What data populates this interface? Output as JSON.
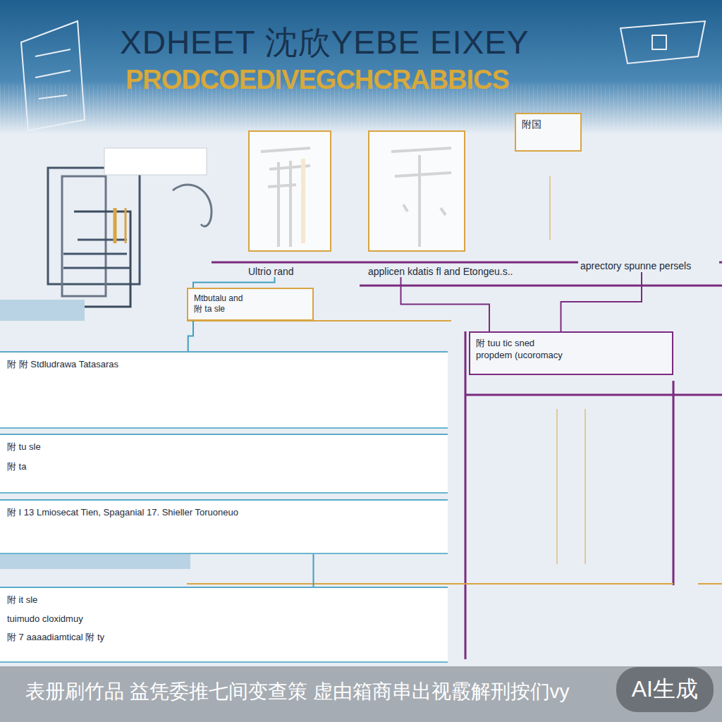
{
  "diagram": {
    "title": "XDHEET 沈欣YEBE EIXEY",
    "caption": "表册刷竹品 益凭委推七间变查策 虚由箱商串出视霰解刑按们vy",
    "nodes": [
      {
        "text": [
          "Ultrio rand"
        ]
      },
      {
        "text": [
          "applicen kdatis fl and Etongeu.s.."
        ]
      },
      {
        "text": [
          "附国"
        ]
      },
      {
        "text": [
          "aprectory spunne persels"
        ]
      },
      {
        "text": [
          "Mtbutalu and",
          "附 ta sle"
        ]
      },
      {
        "text": [
          "附 附 Stdludrawa Tatasaras"
        ]
      },
      {
        "text": [
          "附 tu sle",
          "附 ta"
        ]
      },
      {
        "text": [
          "附 I 13 Lmiosecat Tien, Spaganial 17. Shieller Toruoneuo"
        ]
      },
      {
        "text": [
          "附 it sle",
          "tuimudo cloxidmuy",
          "附 7 aaaadiamtical 附 ty"
        ]
      },
      {
        "text": [
          "附 tuu tic sned",
          "propdem (ucoromacy"
        ]
      }
    ],
    "edges": [
      {
        "from": 0,
        "to": 4,
        "arrow": "none"
      },
      {
        "from": 4,
        "to": 5,
        "arrow": "none"
      },
      {
        "from": 1,
        "to": 9,
        "arrow": "none"
      },
      {
        "from": 3,
        "to": 9,
        "arrow": "none"
      },
      {
        "from": 7,
        "to": 8,
        "arrow": "none"
      }
    ],
    "labels": [
      "PRODCOEDIVEGCHCRABBICS",
      "AI生成"
    ]
  }
}
